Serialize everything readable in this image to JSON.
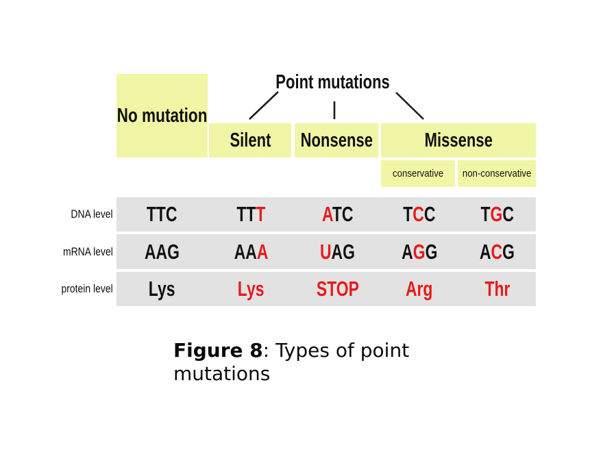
{
  "tree": {
    "root_label": "Point mutations",
    "no_mutation_label": "No mutation",
    "branches": [
      "Silent",
      "Nonsense",
      "Missense"
    ],
    "missense_sub": [
      "conservative",
      "non-conservative"
    ]
  },
  "table": {
    "row_labels": [
      "DNA level",
      "mRNA level",
      "protein level"
    ],
    "columns": [
      "no-mutation",
      "silent",
      "nonsense",
      "missense-conservative",
      "missense-non-conservative"
    ],
    "cells": [
      [
        [
          {
            "t": "TTC",
            "red": false
          }
        ],
        [
          {
            "t": "TT",
            "red": false
          },
          {
            "t": "T",
            "red": true
          }
        ],
        [
          {
            "t": "A",
            "red": true
          },
          {
            "t": "TC",
            "red": false
          }
        ],
        [
          {
            "t": "T",
            "red": false
          },
          {
            "t": "C",
            "red": true
          },
          {
            "t": "C",
            "red": false
          }
        ],
        [
          {
            "t": "T",
            "red": false
          },
          {
            "t": "G",
            "red": true
          },
          {
            "t": "C",
            "red": false
          }
        ]
      ],
      [
        [
          {
            "t": "AAG",
            "red": false
          }
        ],
        [
          {
            "t": "AA",
            "red": false
          },
          {
            "t": "A",
            "red": true
          }
        ],
        [
          {
            "t": "U",
            "red": true
          },
          {
            "t": "AG",
            "red": false
          }
        ],
        [
          {
            "t": "A",
            "red": false
          },
          {
            "t": "G",
            "red": true
          },
          {
            "t": "G",
            "red": false
          }
        ],
        [
          {
            "t": "A",
            "red": false
          },
          {
            "t": "C",
            "red": true
          },
          {
            "t": "G",
            "red": false
          }
        ]
      ],
      [
        [
          {
            "t": "Lys",
            "red": false
          }
        ],
        [
          {
            "t": "Lys",
            "red": true
          }
        ],
        [
          {
            "t": "STOP",
            "red": true
          }
        ],
        [
          {
            "t": "Arg",
            "red": true
          }
        ],
        [
          {
            "t": "Thr",
            "red": true
          }
        ]
      ]
    ]
  },
  "caption": {
    "bold": "Figure 8",
    "rest": ": Types of point mutations"
  },
  "colors": {
    "header_yellow": "#f0f6a6",
    "row_gray": "#e2e2e2",
    "mutant_red": "#e51a1c",
    "text_black": "#151515"
  }
}
